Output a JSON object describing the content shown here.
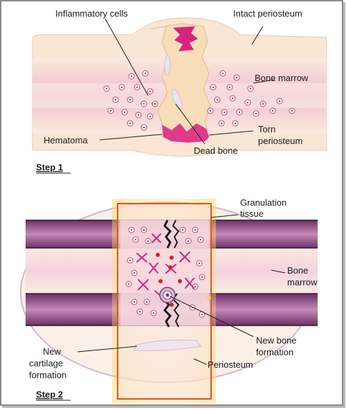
{
  "step1": {
    "label": "Step 1",
    "labels": {
      "inflammatory_cells": "Inflammatory cells",
      "intact_periosteum": "Intact periosteum",
      "bone_marrow": "Bone marrow",
      "hematoma": "Hematoma",
      "torn_periosteum_line1": "Torn",
      "torn_periosteum_line2": "periosteum",
      "dead_bone": "Dead bone"
    }
  },
  "step2": {
    "label": "Step 2",
    "labels": {
      "granulation_tissue_line1": "Granulation",
      "granulation_tissue_line2": "tissue",
      "bone_marrow_line1": "Bone",
      "bone_marrow_line2": "marrow",
      "new_bone_formation_line1": "New bone",
      "new_bone_formation_line2": "formation",
      "new_cartilage_line1": "New",
      "new_cartilage_line2": "cartilage",
      "new_cartilage_line3": "formation",
      "periosteum": "Periosteum"
    }
  },
  "colors": {
    "bone_pink": "#f2c9d6",
    "bone_cream": "#fbe9dd",
    "periosteum_cream": "#f8e3cf",
    "magenta": "#d6237f",
    "purple_bone": "#7a3a72",
    "granulation_border": "#e0502a",
    "red_cell": "#e31b23"
  }
}
